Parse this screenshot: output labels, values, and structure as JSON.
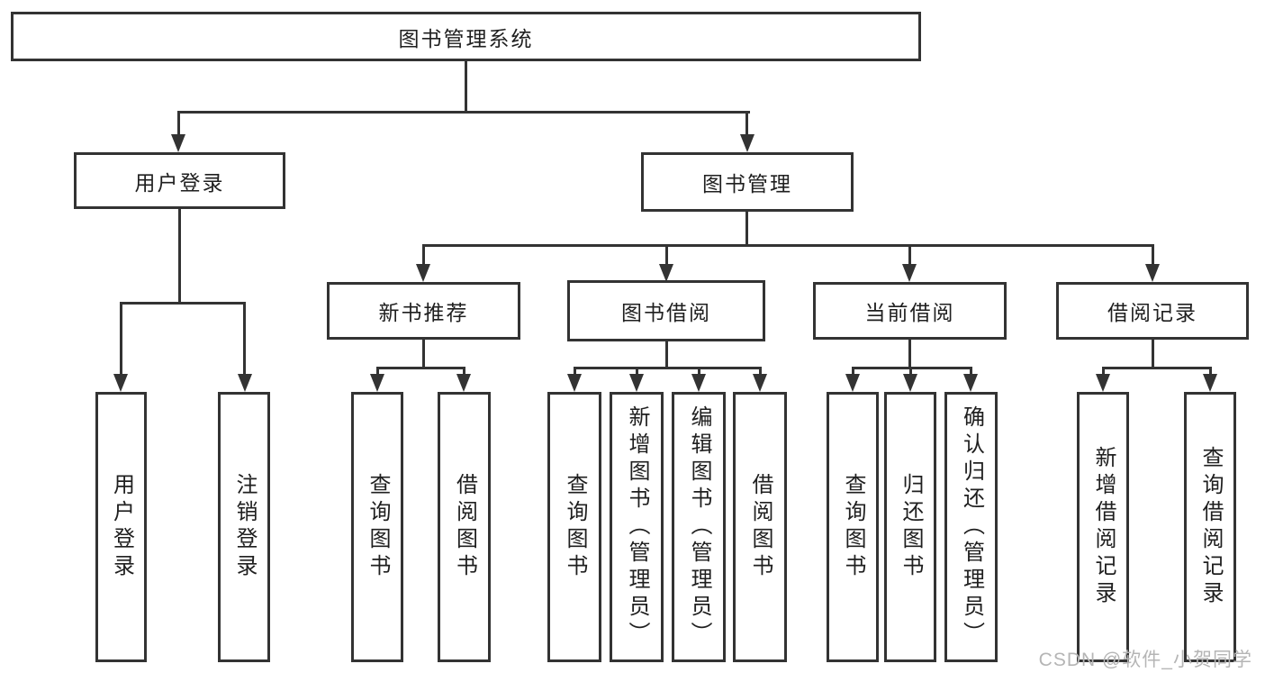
{
  "tree": {
    "label": "图书管理系统",
    "children": [
      {
        "label": "用户登录",
        "children": [
          {
            "label": "用户登录"
          },
          {
            "label": "注销登录"
          }
        ]
      },
      {
        "label": "图书管理",
        "children": [
          {
            "label": "新书推荐",
            "children": [
              {
                "label": "查询图书"
              },
              {
                "label": "借阅图书"
              }
            ]
          },
          {
            "label": "图书借阅",
            "children": [
              {
                "label": "查询图书"
              },
              {
                "label": "新增图书（管理员）"
              },
              {
                "label": "编辑图书（管理员）"
              },
              {
                "label": "借阅图书"
              }
            ]
          },
          {
            "label": "当前借阅",
            "children": [
              {
                "label": "查询图书"
              },
              {
                "label": "归还图书"
              },
              {
                "label": "确认归还（管理员）"
              }
            ]
          },
          {
            "label": "借阅记录",
            "children": [
              {
                "label": "新增借阅记录"
              },
              {
                "label": "查询借阅记录"
              }
            ]
          }
        ]
      }
    ]
  },
  "colors": {
    "line": "#333333",
    "text": "#1f1f1f",
    "watermark": "#b5b5b5",
    "background": "#ffffff"
  },
  "watermark": {
    "text": "CSDN @软件_小贺同学"
  }
}
